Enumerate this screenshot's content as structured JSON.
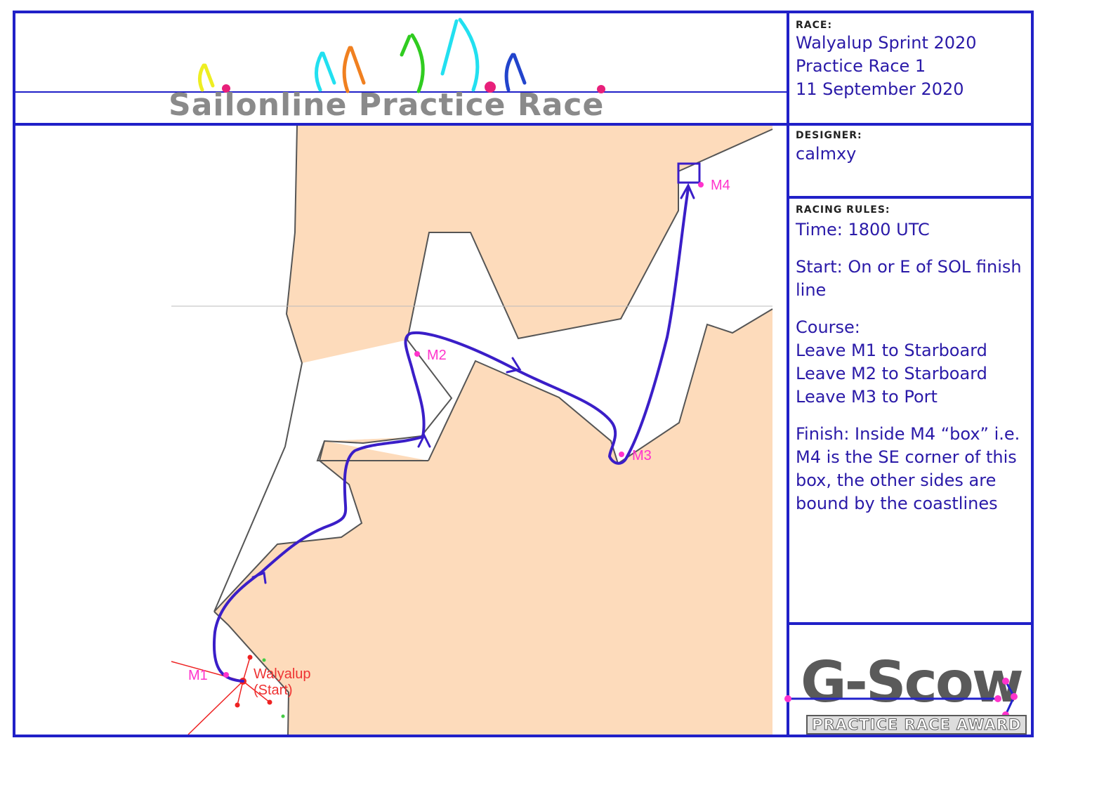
{
  "banner": {
    "title": "Sailonline Practice Race"
  },
  "race": {
    "label": "RACE:",
    "lines": [
      "Walyalup Sprint 2020",
      "Practice Race 1",
      "11 September 2020"
    ]
  },
  "designer": {
    "label": "DESIGNER:",
    "name": "calmxy"
  },
  "rules": {
    "label": "RACING RULES:",
    "time": "Time: 1800 UTC",
    "start": [
      "Start: On or E of SOL finish",
      "line"
    ],
    "course": [
      "Course:",
      "Leave M1 to Starboard",
      "Leave M2 to Starboard",
      "Leave M3 to Port"
    ],
    "finish": [
      "Finish: Inside M4 “box” i.e.",
      "M4 is the SE corner of this",
      "box, the other sides are",
      "bound by the coastlines"
    ]
  },
  "map": {
    "marks": {
      "m1": "M1",
      "m2": "M2",
      "m3": "M3",
      "m4": "M4"
    },
    "start_label": [
      "Walyalup",
      "(Start)"
    ],
    "colors": {
      "land": "#fddbbb",
      "route": "#3a1ec8",
      "marks": "#ff33cc",
      "start": "#ee2222"
    }
  },
  "logo": {
    "title": "G-Scow",
    "subtitle": "PRACTICE RACE AWARD"
  },
  "colors": {
    "frame": "#2020c8",
    "text": "#2a1aa8"
  }
}
